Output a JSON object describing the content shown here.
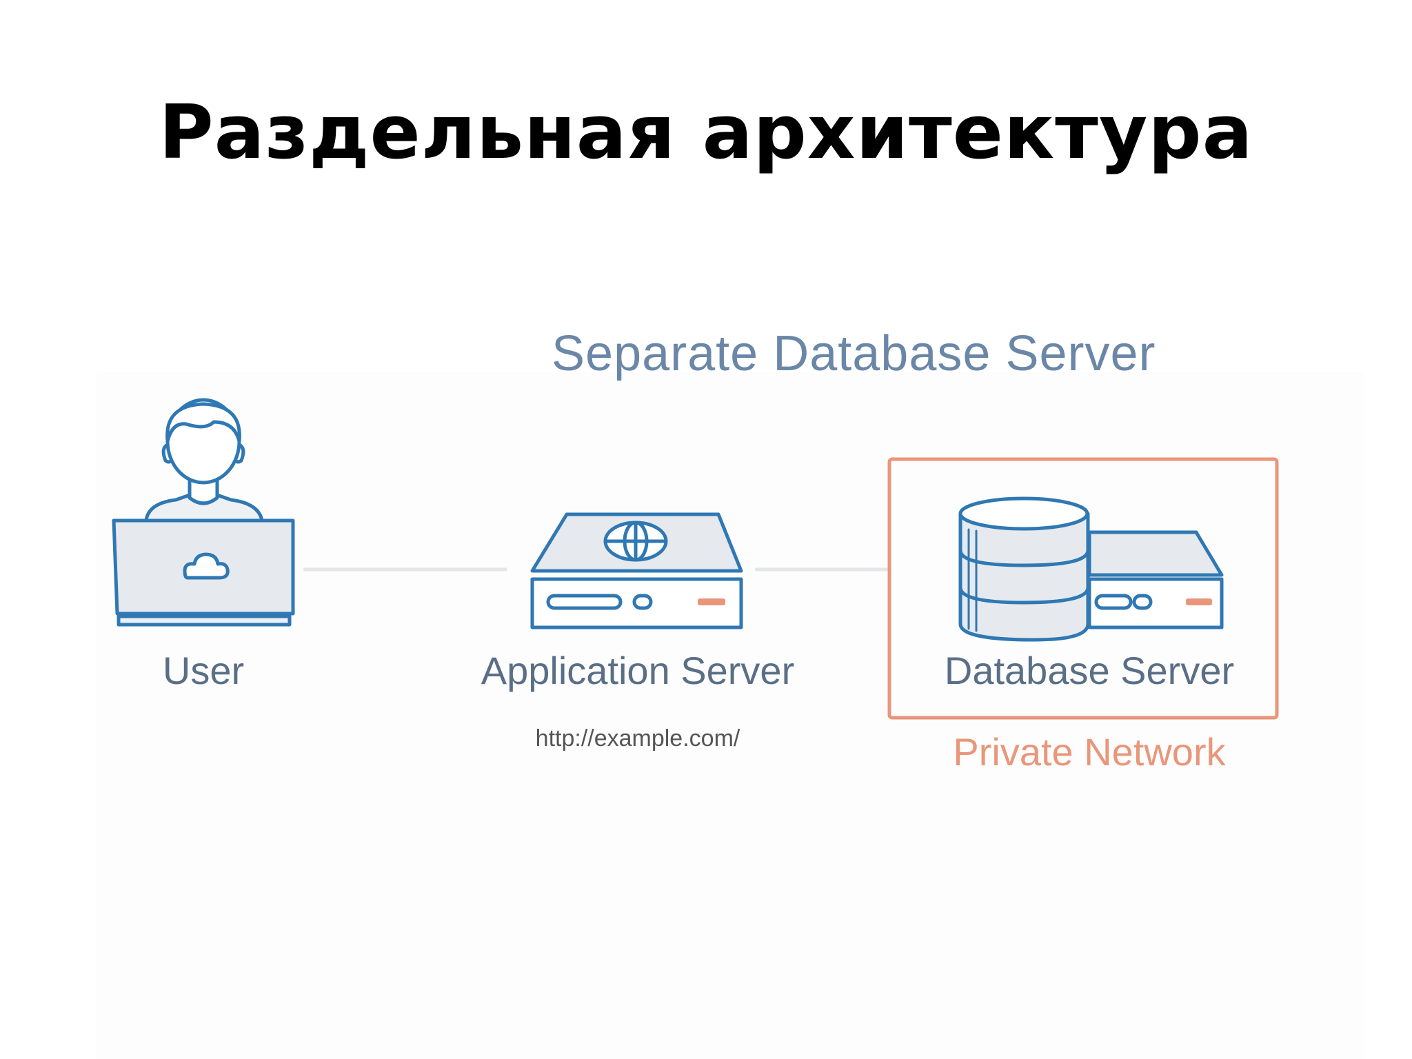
{
  "slide": {
    "title": "Раздельная архитектура"
  },
  "diagram": {
    "heading": "Separate Database Server",
    "nodes": [
      {
        "id": "user",
        "label": "User",
        "icon": "user-laptop-icon"
      },
      {
        "id": "app",
        "label": "Application Server",
        "sublabel": "http://example.com/",
        "icon": "web-server-icon"
      },
      {
        "id": "db",
        "label": "Database Server",
        "icon": "database-server-icon"
      }
    ],
    "group": {
      "label": "Private Network"
    }
  },
  "colors": {
    "text_primary": "#000000",
    "diagram_text": "#5a6f86",
    "heading_text": "#6a87a8",
    "icon_stroke": "#2f78b3",
    "icon_fill": "#e6e9ed",
    "icon_fill_light": "#eef1f4",
    "accent_orange": "#e9967a",
    "connector": "#e3e5e8",
    "url_text": "#555555"
  }
}
